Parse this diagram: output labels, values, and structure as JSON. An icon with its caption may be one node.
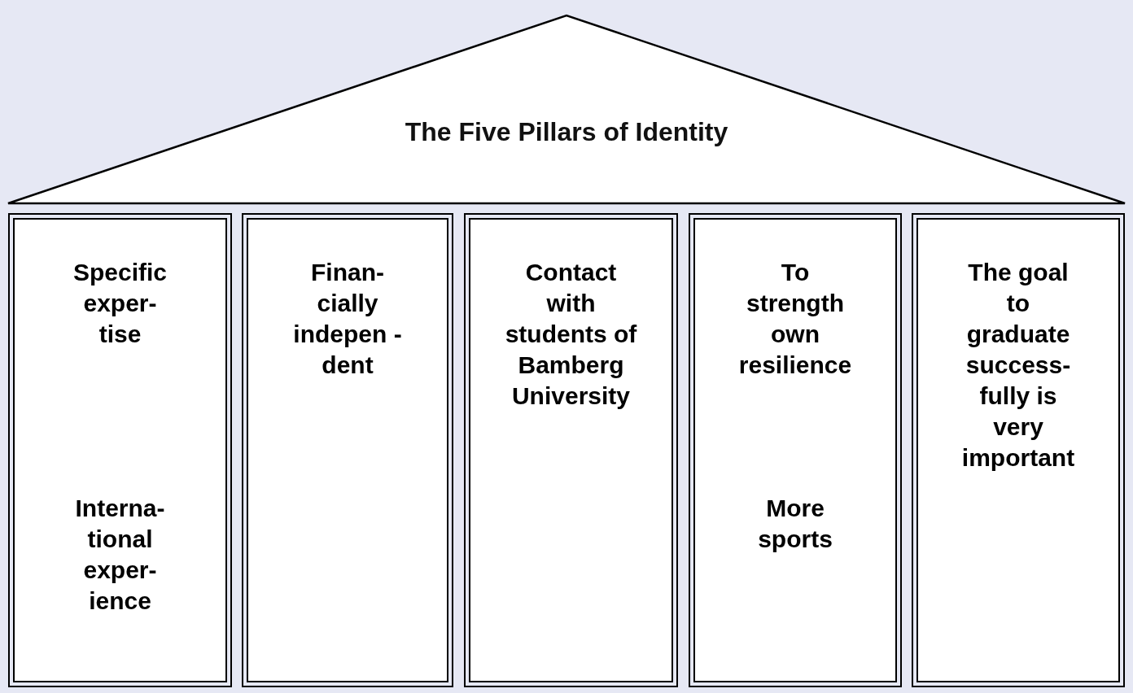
{
  "diagram": {
    "nodes": [
      {
        "text": [
          "The Five Pillars of Identity"
        ]
      },
      {
        "text": [
          "Specific exper- tise",
          "Interna- tional exper- ience"
        ]
      },
      {
        "text": [
          "Finan- cially indepen -dent"
        ]
      },
      {
        "text": [
          "Contact with students of Bamberg University"
        ]
      },
      {
        "text": [
          "To strength own resilience",
          "More sports"
        ]
      },
      {
        "text": [
          "The goal to graduate success- fully is very important"
        ]
      }
    ],
    "edges": []
  }
}
